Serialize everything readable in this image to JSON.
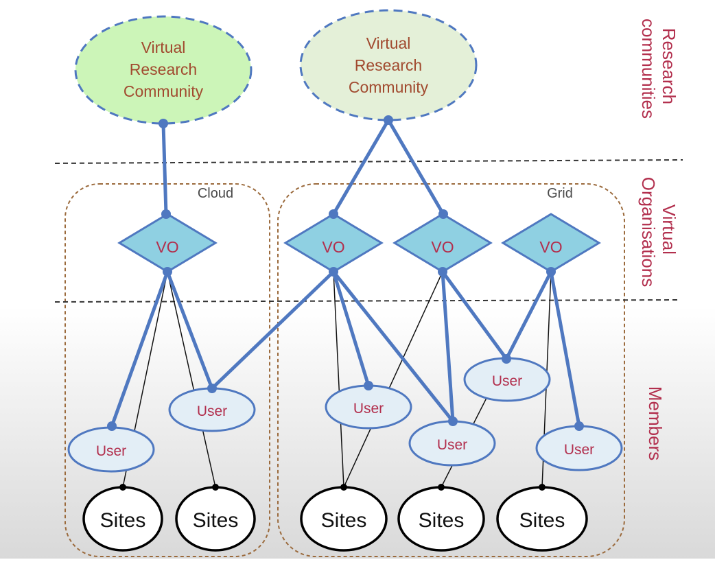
{
  "layers": {
    "research": "Research communities",
    "vo": "Virtual Organisations",
    "members": "Members"
  },
  "groups": {
    "cloud": "Cloud",
    "grid": "Grid"
  },
  "communities": [
    {
      "lines": [
        "Virtual",
        "Research",
        "Community"
      ],
      "fill": "#ccf5b8"
    },
    {
      "lines": [
        "Virtual",
        "Research",
        "Community"
      ],
      "fill": "#e4f0d8"
    }
  ],
  "vo_label": "VO",
  "user_label": "User",
  "sites_label": "Sites",
  "colors": {
    "edge": "#4f78c0",
    "vo_fill": "#8fd0e2",
    "user_fill": "#e3eef6",
    "text_red": "#b22f4d",
    "group_border": "#9b6a3c"
  }
}
